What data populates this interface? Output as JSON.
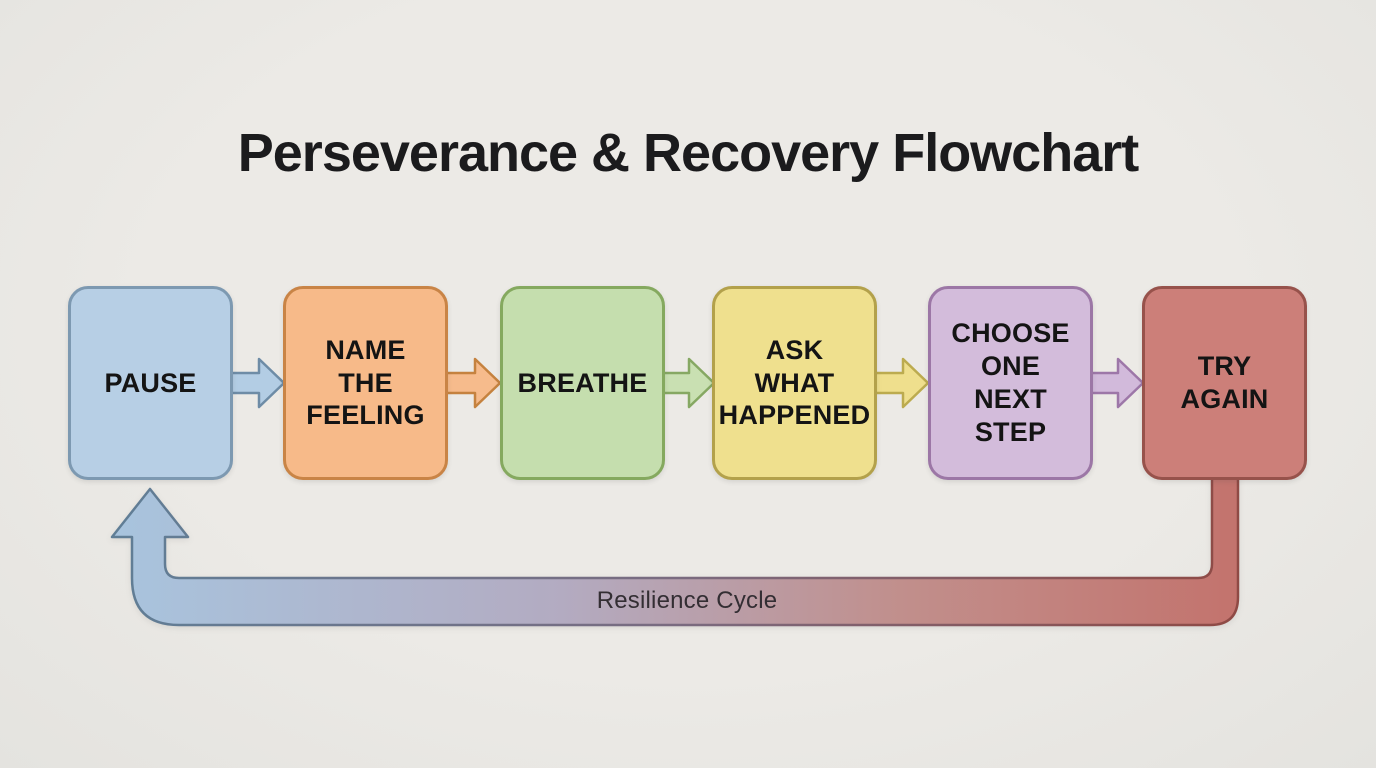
{
  "title": "Perseverance & Recovery Flowchart",
  "background": "#eceae6",
  "title_color": "#1b1b1d",
  "label_color": "#141414",
  "steps": [
    {
      "label": "PAUSE",
      "fill": "#b7cfe5",
      "border": "#7d99b1"
    },
    {
      "label": "NAME\nTHE\nFEELING",
      "fill": "#f7ba89",
      "border": "#c98446"
    },
    {
      "label": "BREATHE",
      "fill": "#c5deae",
      "border": "#85a95f"
    },
    {
      "label": "ASK\nWHAT\nHAPPENED",
      "fill": "#efe08e",
      "border": "#b3a14b"
    },
    {
      "label": "CHOOSE\nONE\nNEXT\nSTEP",
      "fill": "#d3bcdb",
      "border": "#9c77a6"
    },
    {
      "label": "TRY\nAGAIN",
      "fill": "#cc7f79",
      "border": "#97524b"
    }
  ],
  "connectors": [
    {
      "fill": "#b3cde4",
      "stroke": "#6e8ca6"
    },
    {
      "fill": "#f6bb8c",
      "stroke": "#c5823f"
    },
    {
      "fill": "#c9e0b2",
      "stroke": "#86a863"
    },
    {
      "fill": "#efdf8d",
      "stroke": "#bcab4f"
    },
    {
      "fill": "#d2badb",
      "stroke": "#9d77a8"
    }
  ],
  "loop": {
    "label": "Resilience Cycle",
    "label_color": "#332e33",
    "fill_gradient_start": "#a8c4de",
    "fill_gradient_mid1": "#b3abc1",
    "fill_gradient_mid2": "#c18f8c",
    "fill_gradient_end": "#c3736d",
    "stroke_gradient_start": "#607e96",
    "stroke_gradient_mid": "#7a6b80",
    "stroke_gradient_end": "#8f4a45"
  }
}
